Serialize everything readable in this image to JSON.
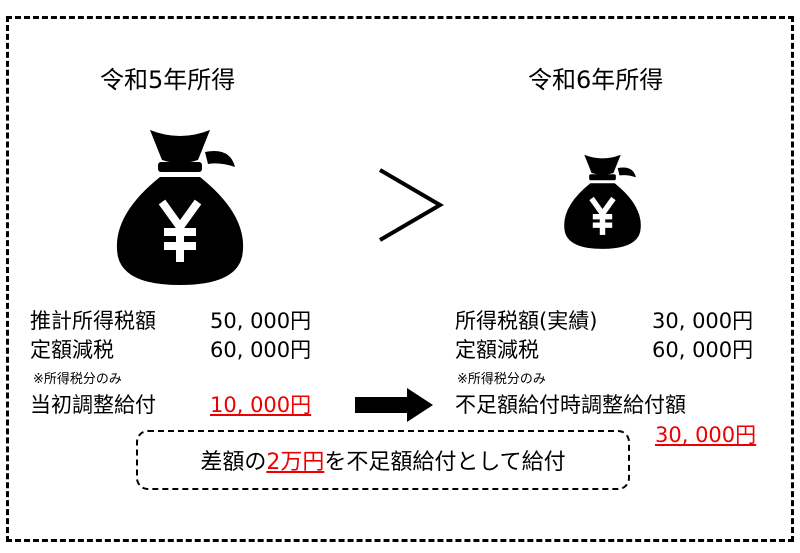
{
  "left": {
    "title": "令和5年所得",
    "rows": [
      {
        "label": "推計所得税額",
        "value": "50, 000円"
      },
      {
        "label": "定額減税",
        "value": "60, 000円"
      }
    ],
    "note": "※所得税分のみ",
    "result_label": "当初調整給付",
    "result_value": "10, 000円"
  },
  "comparison": ">",
  "right": {
    "title": "令和6年所得",
    "rows": [
      {
        "label": "所得税額(実績)",
        "value": "30, 000円"
      },
      {
        "label": "定額減税",
        "value": "60, 000円"
      }
    ],
    "note": "※所得税分のみ",
    "result_label": "不足額給付時調整給付額",
    "result_value": "30, 000円"
  },
  "summary": {
    "before": "差額の",
    "highlight": "2万円",
    "after": "を不足額給付として給付"
  },
  "colors": {
    "accent": "#e00000"
  }
}
